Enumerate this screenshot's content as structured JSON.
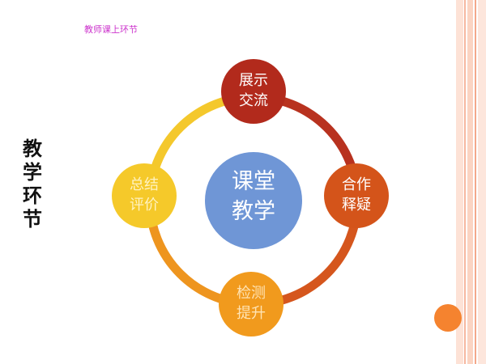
{
  "slide": {
    "subtitle": "教师课上环节",
    "side_title": [
      "教",
      "学",
      "环",
      "节"
    ]
  },
  "diagram": {
    "center": {
      "lines": [
        "课堂",
        "教学"
      ],
      "color": "#6f96d6"
    },
    "nodes": [
      {
        "id": "top",
        "lines": [
          "展示",
          "交流"
        ],
        "color": "#b22a1c",
        "text_color": "#ffffff"
      },
      {
        "id": "right",
        "lines": [
          "合作",
          "释疑"
        ],
        "color": "#d4541a",
        "text_color": "#ffffff"
      },
      {
        "id": "bottom",
        "lines": [
          "检测",
          "提升"
        ],
        "color": "#f19a1d",
        "text_color": "#ffe3b3"
      },
      {
        "id": "left",
        "lines": [
          "总结",
          "评价"
        ],
        "color": "#f5c92a",
        "text_color": "#fff2c0"
      }
    ],
    "ring_colors": [
      "#b8321f",
      "#d5561d",
      "#ee951f",
      "#f4c82c"
    ]
  }
}
